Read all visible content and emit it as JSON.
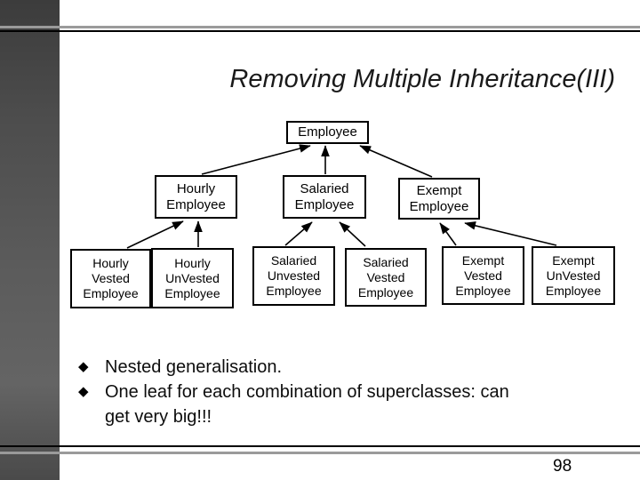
{
  "slide": {
    "title": "Removing Multiple Inheritance(III)",
    "page_number": "98"
  },
  "bullet_glyph": "◆",
  "bullets": [
    {
      "marker": "diamond",
      "lines": [
        "Nested generalisation."
      ]
    },
    {
      "marker": "diamond",
      "lines": [
        "One leaf for each combination of superclasses: can",
        "get very big!!!"
      ]
    }
  ],
  "diagram": {
    "nodes": [
      {
        "id": "employee",
        "lines": [
          "Employee"
        ]
      },
      {
        "id": "hourly-employee",
        "lines": [
          "Hourly",
          "Employee"
        ]
      },
      {
        "id": "salaried-employee",
        "lines": [
          "Salaried",
          "Employee"
        ]
      },
      {
        "id": "exempt-employee",
        "lines": [
          "Exempt",
          "Employee"
        ]
      },
      {
        "id": "hourly-vested-employee",
        "lines": [
          "Hourly",
          "Vested",
          "Employee"
        ]
      },
      {
        "id": "hourly-unvested-employee",
        "lines": [
          "Hourly",
          "UnVested",
          "Employee"
        ]
      },
      {
        "id": "salaried-unvested-employee",
        "lines": [
          "Salaried",
          "Unvested",
          "Employee"
        ]
      },
      {
        "id": "salaried-vested-employee",
        "lines": [
          "Salaried",
          "Vested",
          "Employee"
        ]
      },
      {
        "id": "exempt-vested-employee",
        "lines": [
          "Exempt",
          "Vested",
          "Employee"
        ]
      },
      {
        "id": "exempt-unvested-employee",
        "lines": [
          "Exempt",
          "UnVested",
          "Employee"
        ]
      }
    ],
    "edges": [
      {
        "from": "hourly-employee",
        "to": "employee"
      },
      {
        "from": "salaried-employee",
        "to": "employee"
      },
      {
        "from": "exempt-employee",
        "to": "employee"
      },
      {
        "from": "hourly-vested-employee",
        "to": "hourly-employee"
      },
      {
        "from": "hourly-unvested-employee",
        "to": "hourly-employee"
      },
      {
        "from": "salaried-unvested-employee",
        "to": "salaried-employee"
      },
      {
        "from": "salaried-vested-employee",
        "to": "salaried-employee"
      },
      {
        "from": "exempt-vested-employee",
        "to": "exempt-employee"
      },
      {
        "from": "exempt-unvested-employee",
        "to": "exempt-employee"
      }
    ]
  },
  "colors": {
    "background": "#ffffff",
    "text": "#000000",
    "title_text": "#1a1a1a",
    "box_fill": "#ffffff",
    "box_border": "#000000",
    "rule_gray": "#9a9a9a",
    "rule_black": "#000000",
    "sidebar_top": "#3c3c3c",
    "sidebar_mid": "#5b5b5b",
    "sidebar_bottom": "#4a4a4a",
    "bullet_marker": "#000000"
  }
}
